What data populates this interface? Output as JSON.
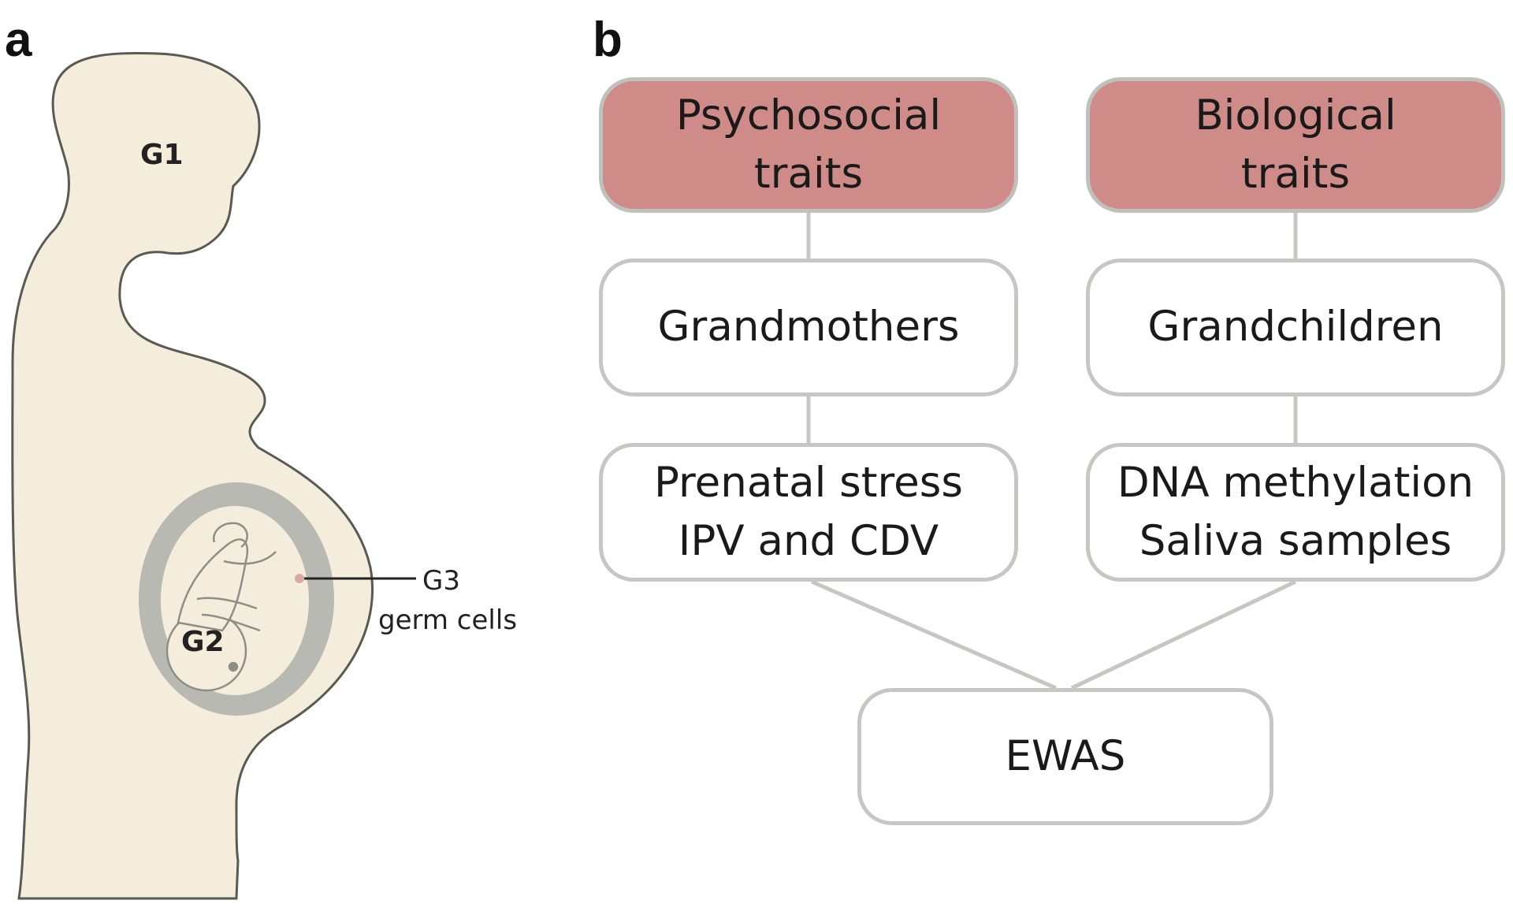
{
  "panel_a": {
    "label": "a",
    "labels": {
      "g1": "G1",
      "g2": "G2",
      "g3": "G3",
      "g3_sub": "germ cells"
    }
  },
  "panel_b": {
    "label": "b",
    "boxes": {
      "psychosocial": {
        "line1": "Psychosocial",
        "line2": "traits"
      },
      "biological": {
        "line1": "Biological",
        "line2": "traits"
      },
      "grandmothers": {
        "line1": "Grandmothers"
      },
      "grandchildren": {
        "line1": "Grandchildren"
      },
      "prenatal": {
        "line1": "Prenatal stress",
        "line2": "IPV and CDV"
      },
      "dna": {
        "line1": "DNA methylation",
        "line2": "Saliva samples"
      },
      "ewas": {
        "line1": "EWAS"
      }
    }
  },
  "colors": {
    "trait_box_fill": "#cf8b88",
    "box_border": "#c6c6c2",
    "silhouette_fill": "#f5eddc",
    "womb_gray": "#b9b9b4"
  }
}
